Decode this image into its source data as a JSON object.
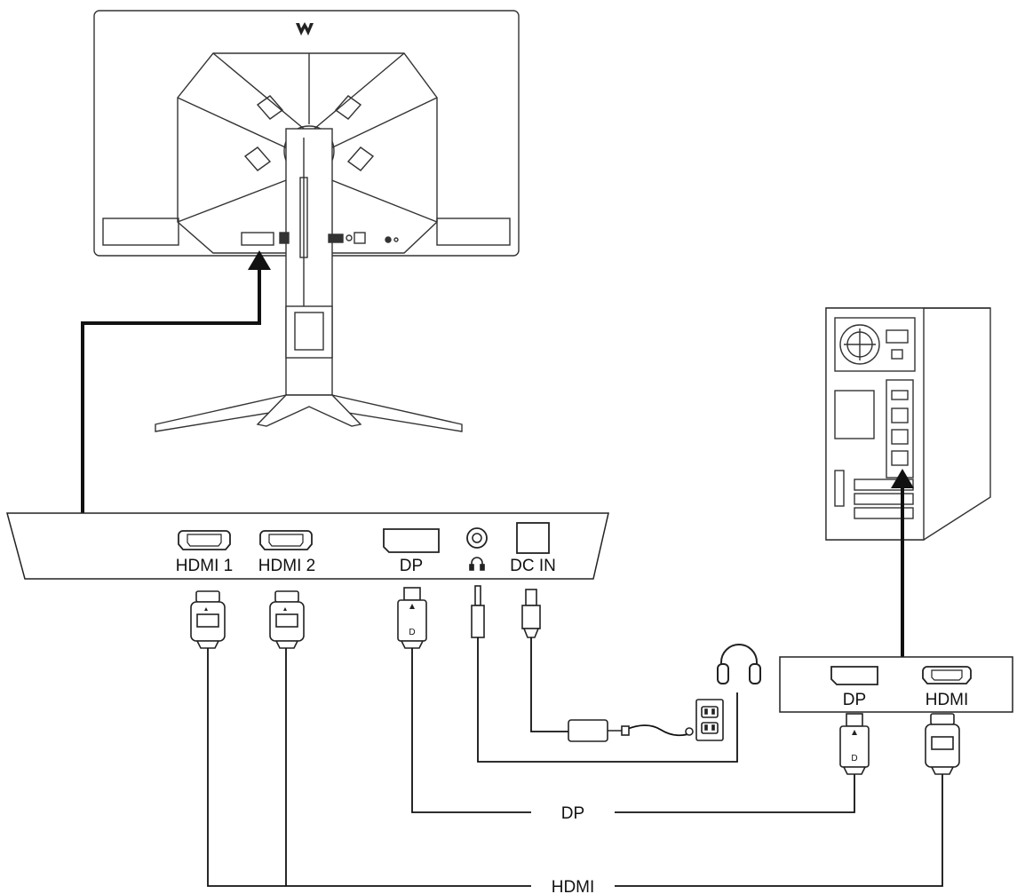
{
  "monitor_panel": {
    "ports": [
      {
        "id": "hdmi1",
        "label": "HDMI 1"
      },
      {
        "id": "hdmi2",
        "label": "HDMI 2"
      },
      {
        "id": "dp",
        "label": "DP"
      },
      {
        "id": "audio",
        "label": "",
        "icon": "headphone-icon"
      },
      {
        "id": "dcin",
        "label": "DC IN"
      }
    ]
  },
  "pc_panel": {
    "ports": [
      {
        "id": "dp",
        "label": "DP"
      },
      {
        "id": "hdmi",
        "label": "HDMI"
      }
    ]
  },
  "cables": {
    "dp_label": "DP",
    "hdmi_label": "HDMI"
  },
  "devices": {
    "monitor": "monitor-rear-view",
    "computer": "desktop-pc-tower",
    "headphones": "headphones-icon",
    "power_adapter": "power-adapter",
    "wall_outlet": "wall-outlet"
  },
  "colors": {
    "line": "#111111",
    "background": "#ffffff"
  }
}
